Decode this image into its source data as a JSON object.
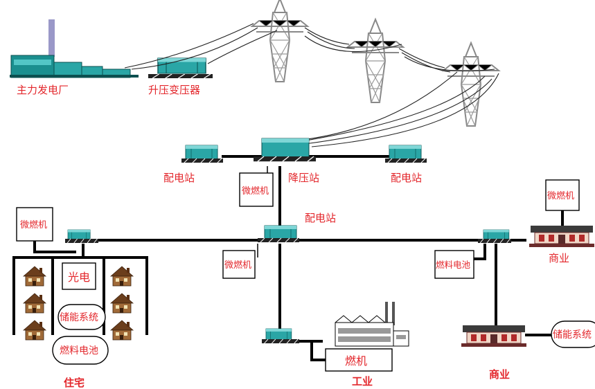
{
  "labels": {
    "main_plant": "主力发电厂",
    "step_up": "升压变压器",
    "step_down": "降压站",
    "dist_left": "配电站",
    "dist_right": "配电站",
    "dist_center": "配电站",
    "residential": "住宅",
    "industrial": "工业",
    "commercial_top": "商业",
    "commercial_bottom": "商业"
  },
  "boxes": {
    "micro_turbine_stepdown": "微燃机",
    "micro_turbine_res": "微燃机",
    "micro_turbine_center": "微燃机",
    "micro_turbine_com": "微燃机",
    "pv": "光电",
    "storage_res": "储能系统",
    "fuel_cell_res": "燃料电池",
    "fuel_cell_com": "燃料电池",
    "industrial_turbine": "燃机",
    "storage_com": "储能系统"
  },
  "colors": {
    "label_red": "#e3262b",
    "equipment_teal": "#2aa6a6",
    "house_brown": "#8a5a2b"
  }
}
